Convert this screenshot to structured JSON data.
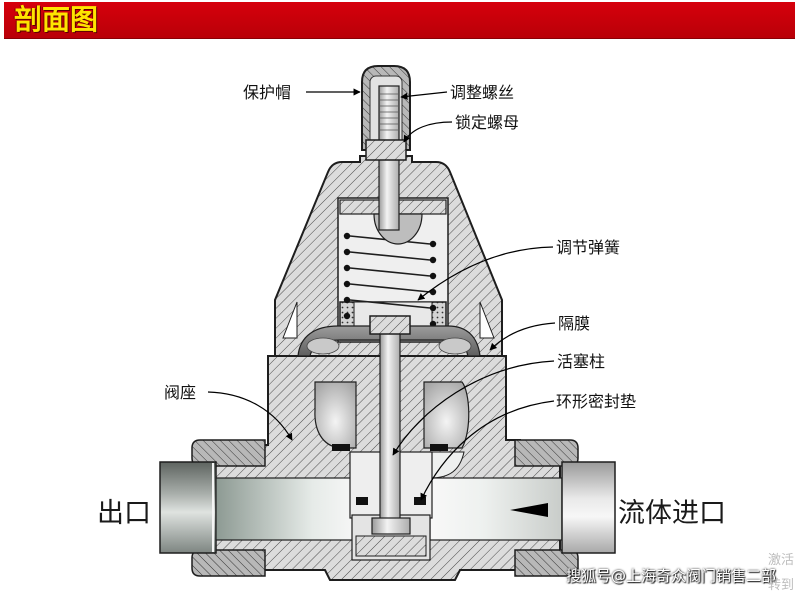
{
  "title": "剖面图",
  "labels": {
    "protective_cap": "保护帽",
    "adjusting_screw": "调整螺丝",
    "lock_nut": "锁定螺母",
    "adjusting_spring": "调节弹簧",
    "diaphragm": "隔膜",
    "piston_stem": "活塞柱",
    "valve_seat": "阀座",
    "ring_gasket": "环形密封垫",
    "outlet": "出口",
    "inlet": "流体进口"
  },
  "watermark": "搜狐号@上海奇众阀门销售二部",
  "os_overlay": [
    "激活",
    "转到"
  ],
  "colors": {
    "title_bar": "#c8000a",
    "title_text": "#ffe400",
    "hatch_fill": "#dcdcdc",
    "diaphragm": "#7d7d7d"
  }
}
